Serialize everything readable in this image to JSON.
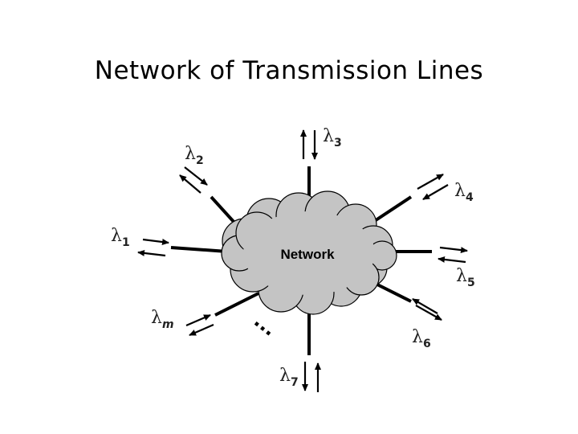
{
  "title": "Network of Transmission Lines",
  "network_label": "Network",
  "ports": [
    {
      "symbol": "λ",
      "sub": "1",
      "italic": false
    },
    {
      "symbol": "λ",
      "sub": "2",
      "italic": false
    },
    {
      "symbol": "λ",
      "sub": "3",
      "italic": false
    },
    {
      "symbol": "λ",
      "sub": "4",
      "italic": false
    },
    {
      "symbol": "λ",
      "sub": "5",
      "italic": false
    },
    {
      "symbol": "λ",
      "sub": "6",
      "italic": false
    },
    {
      "symbol": "λ",
      "sub": "7",
      "italic": false
    },
    {
      "symbol": "λ",
      "sub": "m",
      "italic": true
    }
  ],
  "ellipsis": "...",
  "colors": {
    "cloud_fill": "#c4c4c4",
    "cloud_stroke": "#000000",
    "line": "#000000"
  }
}
